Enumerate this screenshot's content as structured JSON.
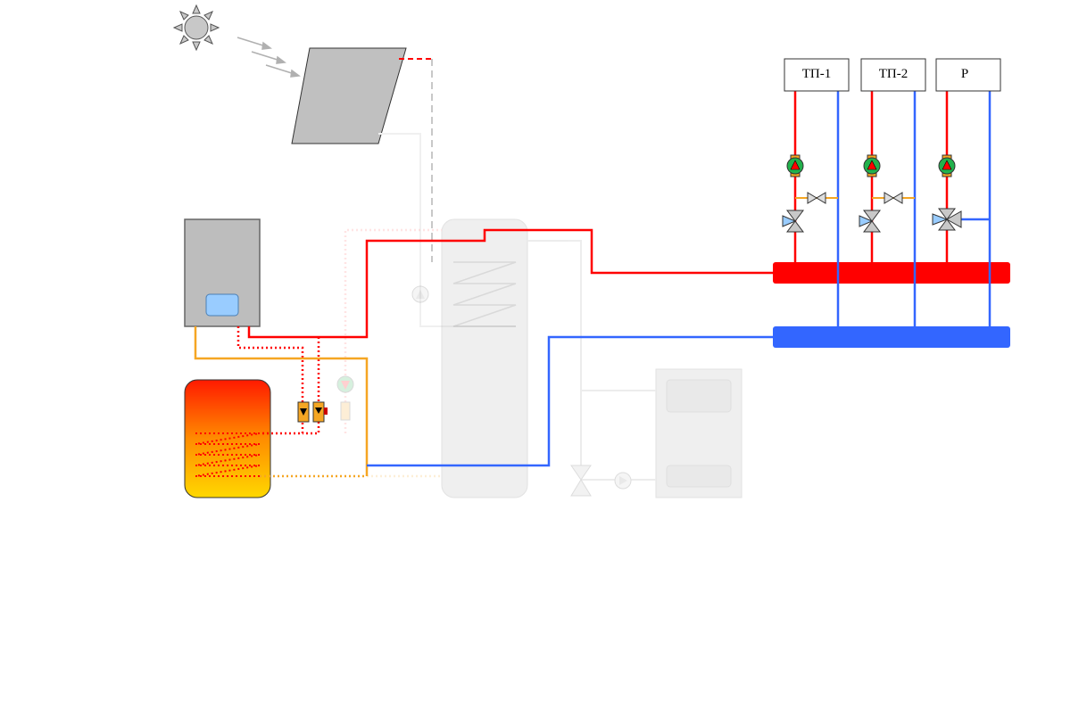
{
  "consumers": [
    {
      "label": "ТП-1"
    },
    {
      "label": "ТП-2"
    },
    {
      "label": "Р"
    }
  ],
  "colors": {
    "supply": "#ff0000",
    "return": "#3366ff",
    "dhw": "#f5a623",
    "pump": "#22b14c",
    "collector": "#c0c0c0",
    "boiler": "#bdbdbd",
    "boiler_panel": "#99ccff"
  }
}
